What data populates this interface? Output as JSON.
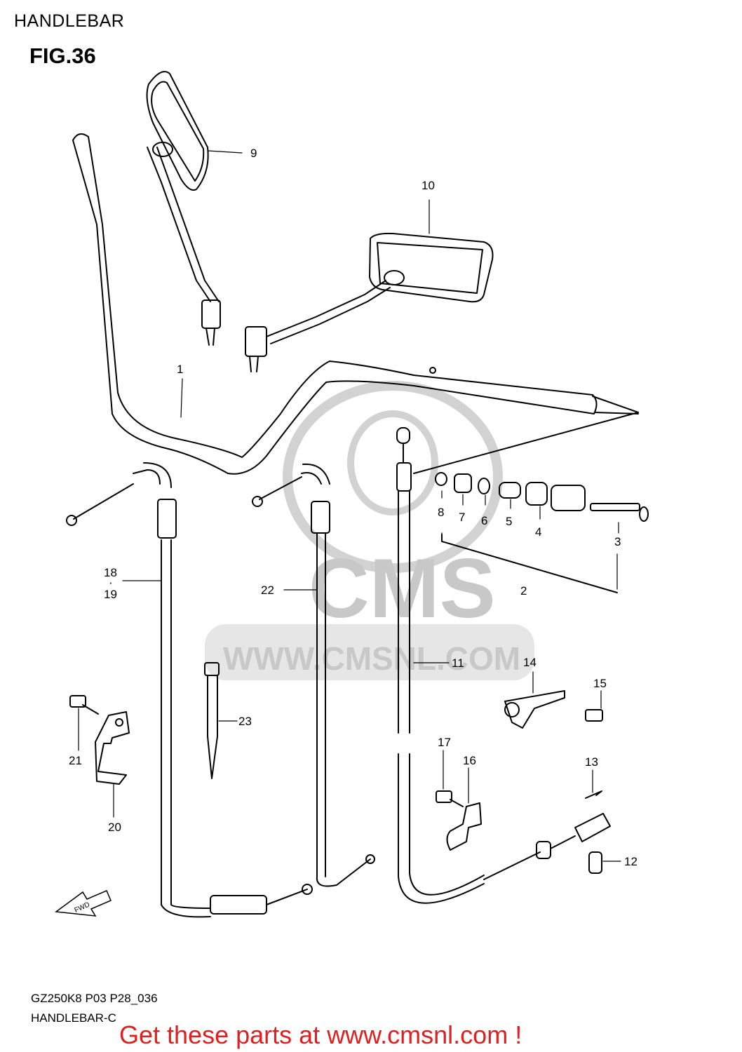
{
  "header": {
    "title": "HANDLEBAR"
  },
  "figure": {
    "label": "FIG.36"
  },
  "watermark": {
    "brand": "CMS",
    "url": "WWW.CMSNL.COM"
  },
  "parts": [
    {
      "number": "1"
    },
    {
      "number": "2"
    },
    {
      "number": "3"
    },
    {
      "number": "4"
    },
    {
      "number": "5"
    },
    {
      "number": "6"
    },
    {
      "number": "7"
    },
    {
      "number": "8"
    },
    {
      "number": "9"
    },
    {
      "number": "10"
    },
    {
      "number": "11"
    },
    {
      "number": "12"
    },
    {
      "number": "13"
    },
    {
      "number": "14"
    },
    {
      "number": "15"
    },
    {
      "number": "16"
    },
    {
      "number": "17"
    },
    {
      "number": "18"
    },
    {
      "number": "19"
    },
    {
      "number": "20"
    },
    {
      "number": "21"
    },
    {
      "number": "22"
    },
    {
      "number": "23"
    }
  ],
  "callout_sep": "·",
  "arrow_label": "FWD",
  "diagram_code": "GZ250K8 P03 P28_036",
  "diagram_subtitle": "HANDLEBAR-C",
  "footer": {
    "text": "Get these parts at www.cmsnl.com !",
    "color": "#e02020"
  }
}
